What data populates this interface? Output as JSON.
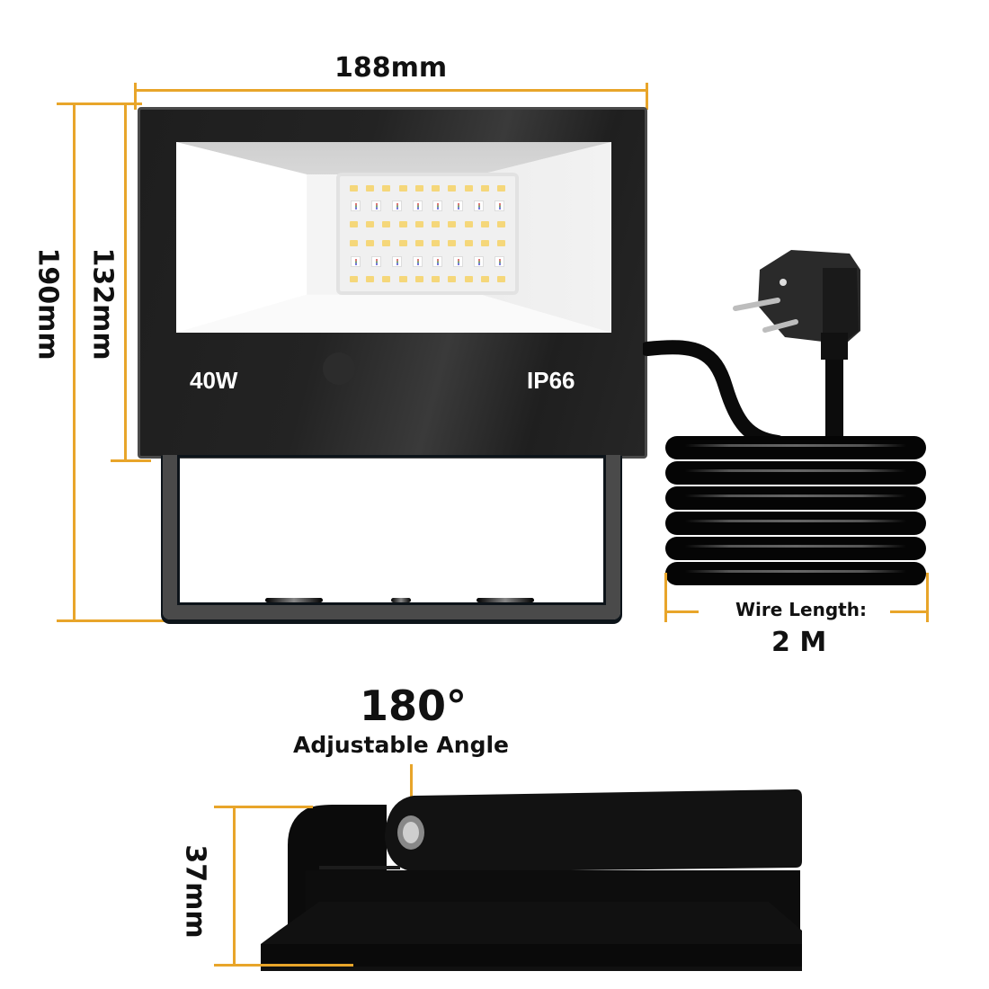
{
  "front_view": {
    "width_label": "188mm",
    "height_total_label": "190mm",
    "height_body_label": "132mm",
    "power_label": "40W",
    "ip_rating_label": "IP66",
    "led_rows": [
      {
        "type": "white",
        "count": 10
      },
      {
        "type": "rgb",
        "count": 8
      },
      {
        "type": "white",
        "count": 10
      },
      {
        "type": "white",
        "count": 10
      },
      {
        "type": "rgb",
        "count": 8
      },
      {
        "type": "white",
        "count": 10
      }
    ]
  },
  "cable": {
    "title": "Wire Length:",
    "value": "2 M",
    "coil_turns": 6,
    "plug_icon": "schuko-plug-icon"
  },
  "side_view": {
    "angle_value": "180°",
    "angle_label": "Adjustable Angle",
    "depth_label": "37mm"
  },
  "colors": {
    "accent": "#E8A52A",
    "body": "#222222",
    "led_warm": "#F5D77A"
  }
}
